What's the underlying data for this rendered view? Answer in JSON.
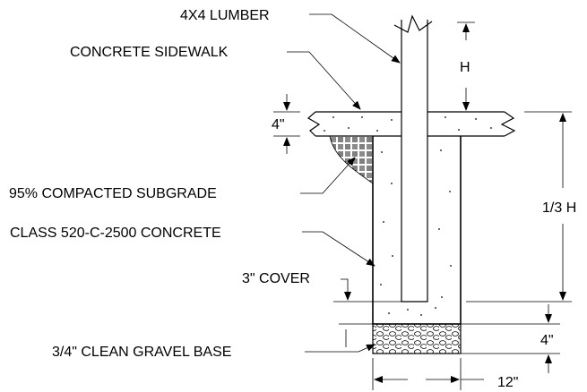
{
  "labels": {
    "lumber": "4X4 LUMBER",
    "sidewalk": "CONCRETE SIDEWALK",
    "h": "H",
    "sidewalk_thickness": "4\"",
    "subgrade": "95% COMPACTED SUBGRADE",
    "concrete": "CLASS 520-C-2500 CONCRETE",
    "depth": "1/3 H",
    "cover": "3\" COVER",
    "gravel": "3/4\" CLEAN GRAVEL BASE",
    "gravel_thickness": "4\"",
    "width": "12\""
  },
  "colors": {
    "line": "#000000",
    "background": "#ffffff"
  }
}
